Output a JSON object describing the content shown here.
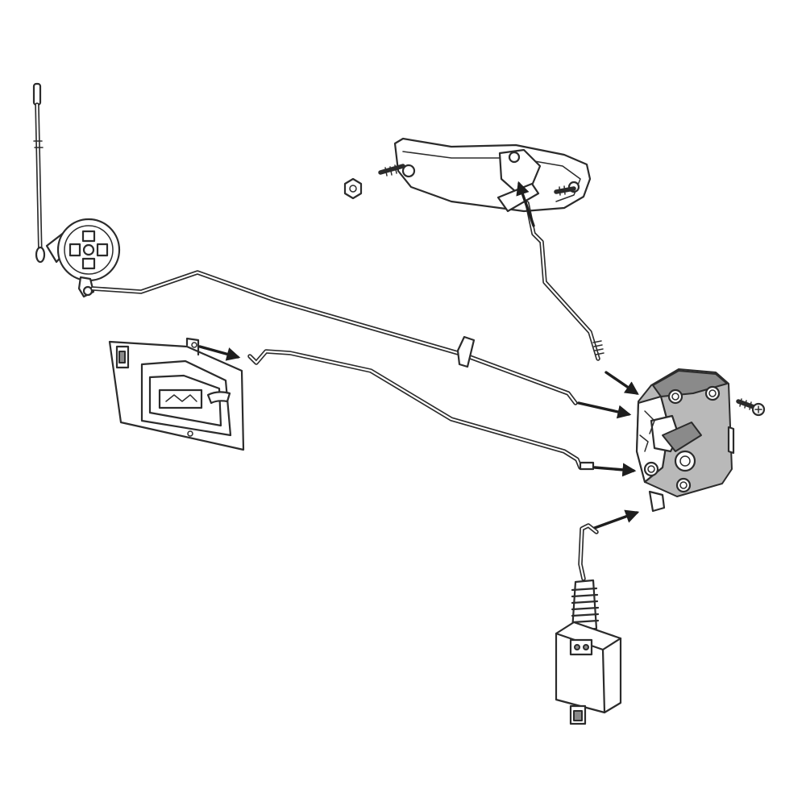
{
  "diagram": {
    "kind": "exploded-parts-view",
    "line_color": "#2b2b2b",
    "fill_color": "#ffffff",
    "shade_color": "#8a8a8a",
    "parts": [
      {
        "id": "lock-cylinder-rod"
      },
      {
        "id": "lock-knob-assembly"
      },
      {
        "id": "outside-handle"
      },
      {
        "id": "handle-nut"
      },
      {
        "id": "inside-handle"
      },
      {
        "id": "latch-assembly"
      },
      {
        "id": "latch-screw"
      },
      {
        "id": "lock-actuator"
      }
    ]
  }
}
